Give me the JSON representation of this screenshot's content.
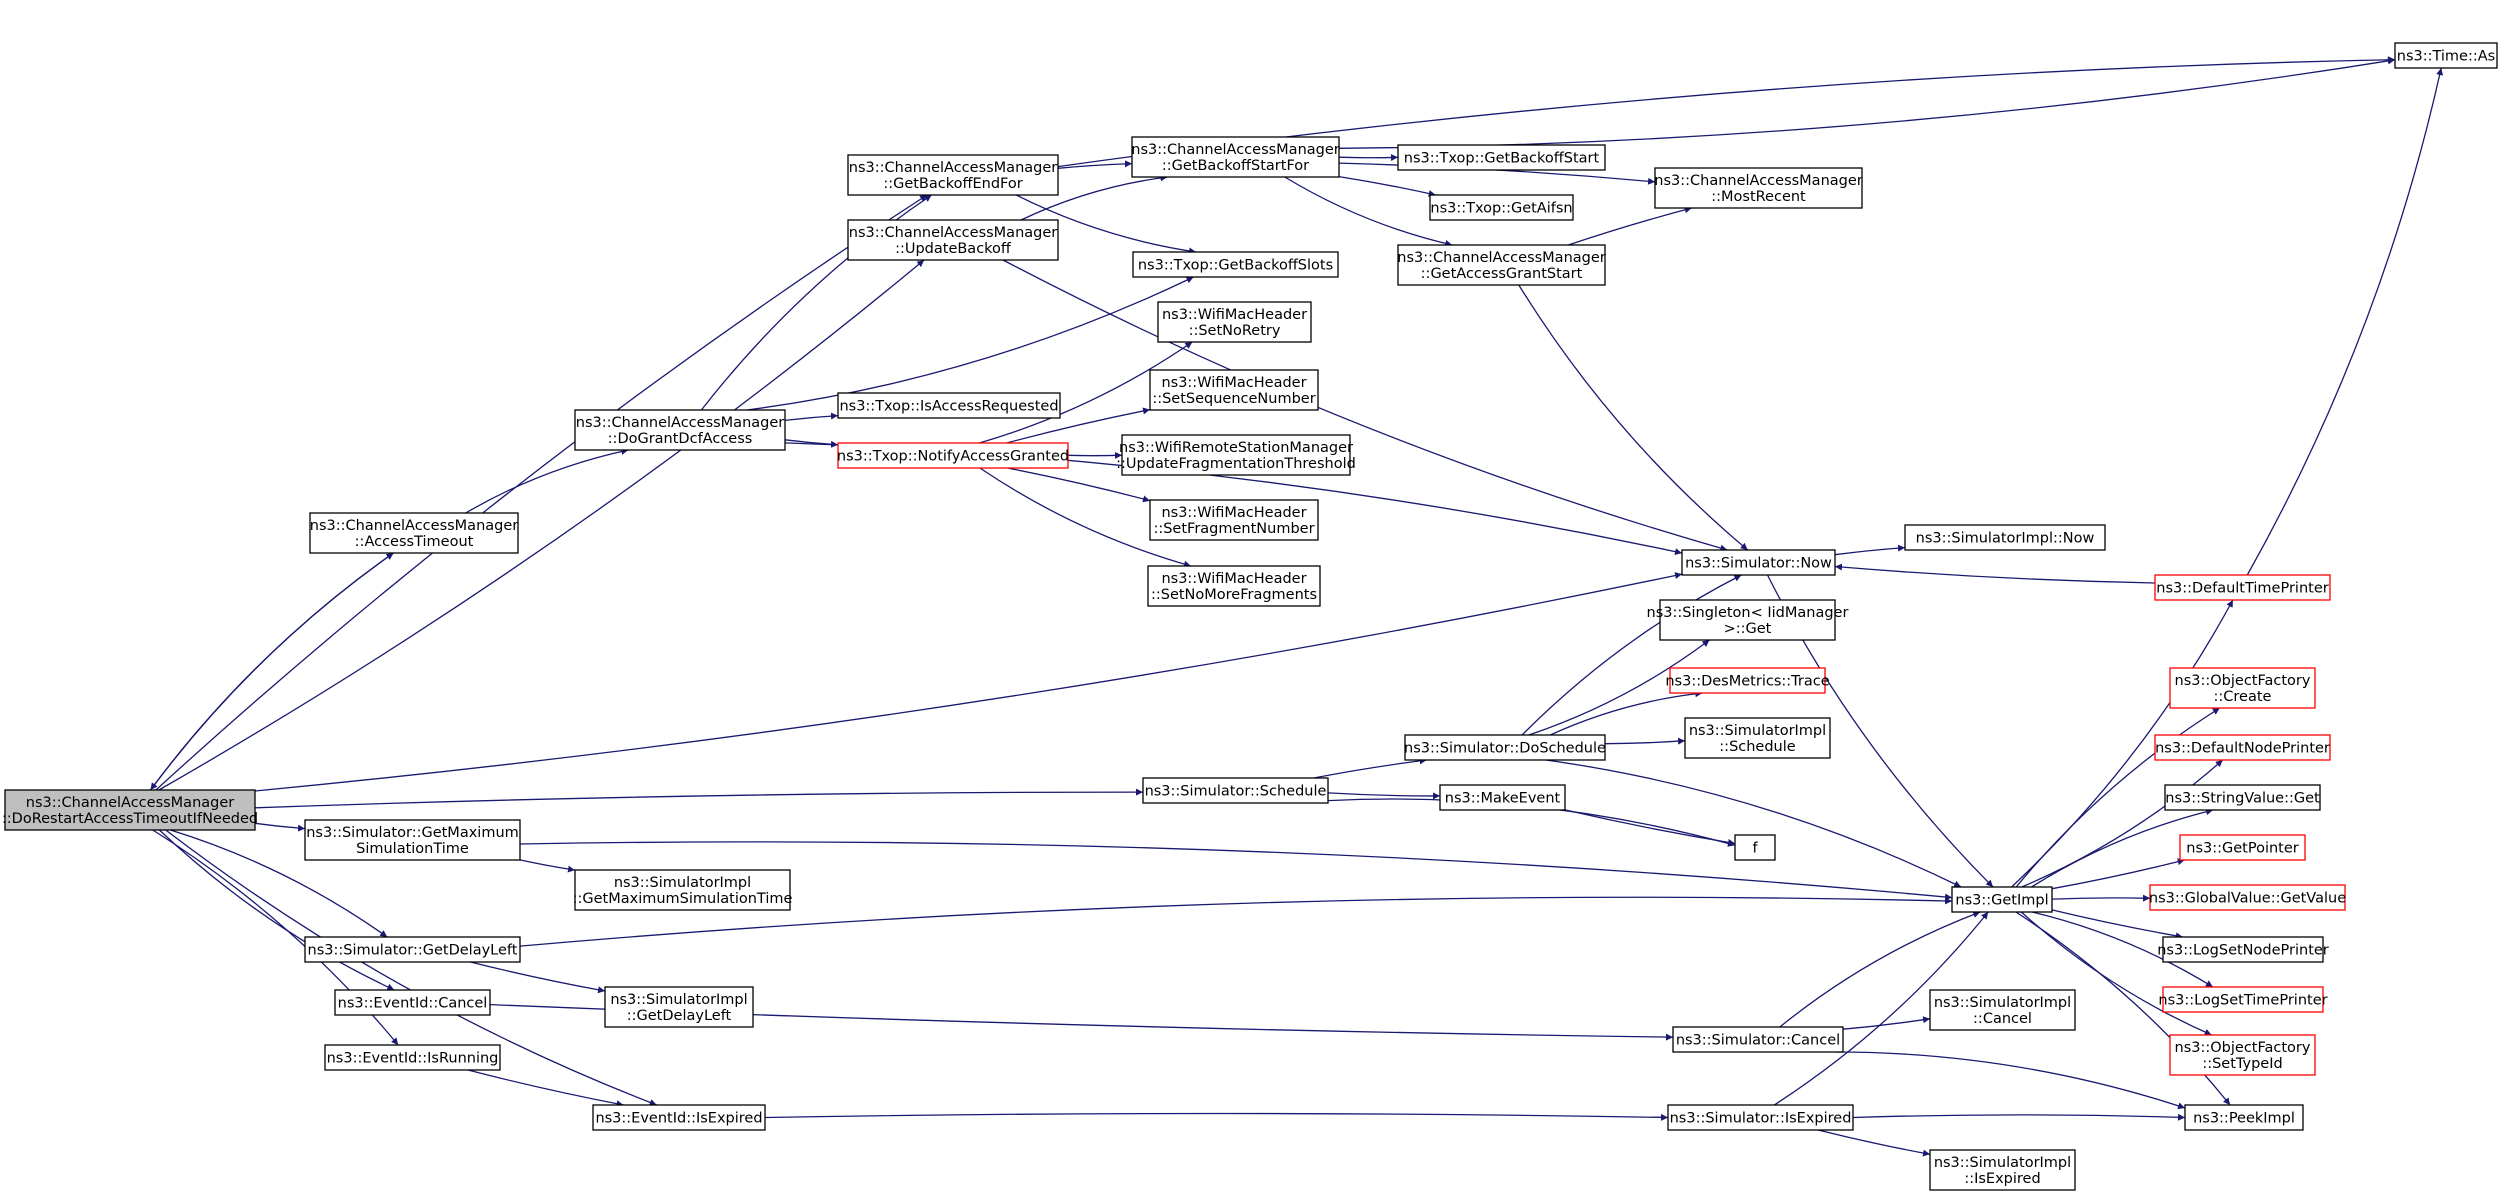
{
  "colors": {
    "edge": "#191970",
    "node_border": "#000000",
    "node_border_truncated": "#ff0000",
    "root_fill": "#bfbfbf",
    "node_fill": "#ffffff"
  },
  "nodes": [
    {
      "id": "root",
      "lines": [
        "ns3::ChannelAccessManager",
        "::DoRestartAccessTimeoutIfNeeded"
      ],
      "root": true
    },
    {
      "id": "getBackoffEndFor",
      "lines": [
        "ns3::ChannelAccessManager",
        "::GetBackoffEndFor"
      ]
    },
    {
      "id": "updateBackoff",
      "lines": [
        "ns3::ChannelAccessManager",
        "::UpdateBackoff"
      ]
    },
    {
      "id": "doGrantDcfAccess",
      "lines": [
        "ns3::ChannelAccessManager",
        "::DoGrantDcfAccess"
      ]
    },
    {
      "id": "accessTimeout",
      "lines": [
        "ns3::ChannelAccessManager",
        "::AccessTimeout"
      ]
    },
    {
      "id": "getBackoffStartFor",
      "lines": [
        "ns3::ChannelAccessManager",
        "::GetBackoffStartFor"
      ]
    },
    {
      "id": "getBackoffSlots",
      "lines": [
        "ns3::Txop::GetBackoffSlots"
      ]
    },
    {
      "id": "getBackoffStart",
      "lines": [
        "ns3::Txop::GetBackoffStart"
      ]
    },
    {
      "id": "getAifsn",
      "lines": [
        "ns3::Txop::GetAifsn"
      ]
    },
    {
      "id": "getAccessGrantStart",
      "lines": [
        "ns3::ChannelAccessManager",
        "::GetAccessGrantStart"
      ]
    },
    {
      "id": "mostRecent",
      "lines": [
        "ns3::ChannelAccessManager",
        "::MostRecent"
      ]
    },
    {
      "id": "timeAs",
      "lines": [
        "ns3::Time::As"
      ]
    },
    {
      "id": "isAccessRequested",
      "lines": [
        "ns3::Txop::IsAccessRequested"
      ]
    },
    {
      "id": "notifyAccessGranted",
      "lines": [
        "ns3::Txop::NotifyAccessGranted"
      ],
      "truncated": true
    },
    {
      "id": "setNoRetry",
      "lines": [
        "ns3::WifiMacHeader",
        "::SetNoRetry"
      ]
    },
    {
      "id": "setSequenceNumber",
      "lines": [
        "ns3::WifiMacHeader",
        "::SetSequenceNumber"
      ]
    },
    {
      "id": "updateFragThreshold",
      "lines": [
        "ns3::WifiRemoteStationManager",
        "::UpdateFragmentationThreshold"
      ]
    },
    {
      "id": "setFragmentNumber",
      "lines": [
        "ns3::WifiMacHeader",
        "::SetFragmentNumber"
      ]
    },
    {
      "id": "setNoMoreFragments",
      "lines": [
        "ns3::WifiMacHeader",
        "::SetNoMoreFragments"
      ]
    },
    {
      "id": "simNow",
      "lines": [
        "ns3::Simulator::Now"
      ]
    },
    {
      "id": "simImplNow",
      "lines": [
        "ns3::SimulatorImpl::Now"
      ]
    },
    {
      "id": "defaultTimePrinter",
      "lines": [
        "ns3::DefaultTimePrinter"
      ],
      "truncated": true
    },
    {
      "id": "singletonGet",
      "lines": [
        "ns3::Singleton< IidManager",
        " >::Get"
      ]
    },
    {
      "id": "desMetricsTrace",
      "lines": [
        "ns3::DesMetrics::Trace"
      ],
      "truncated": true
    },
    {
      "id": "doSchedule",
      "lines": [
        "ns3::Simulator::DoSchedule"
      ]
    },
    {
      "id": "simImplSchedule",
      "lines": [
        "ns3::SimulatorImpl",
        "::Schedule"
      ]
    },
    {
      "id": "simSchedule",
      "lines": [
        "ns3::Simulator::Schedule"
      ]
    },
    {
      "id": "makeEvent",
      "lines": [
        "ns3::MakeEvent"
      ]
    },
    {
      "id": "f",
      "lines": [
        "f"
      ]
    },
    {
      "id": "getMaxSimTime",
      "lines": [
        "ns3::Simulator::GetMaximum",
        "SimulationTime"
      ]
    },
    {
      "id": "implGetMaxSimTime",
      "lines": [
        "ns3::SimulatorImpl",
        "::GetMaximumSimulationTime"
      ]
    },
    {
      "id": "getImpl",
      "lines": [
        "ns3::GetImpl"
      ]
    },
    {
      "id": "objectFactoryCreate",
      "lines": [
        "ns3::ObjectFactory",
        "::Create"
      ],
      "truncated": true
    },
    {
      "id": "defaultNodePrinter",
      "lines": [
        "ns3::DefaultNodePrinter"
      ],
      "truncated": true
    },
    {
      "id": "stringValueGet",
      "lines": [
        "ns3::StringValue::Get"
      ]
    },
    {
      "id": "getPointer",
      "lines": [
        "ns3::GetPointer"
      ],
      "truncated": true
    },
    {
      "id": "globalValueGetValue",
      "lines": [
        "ns3::GlobalValue::GetValue"
      ],
      "truncated": true
    },
    {
      "id": "logSetNodePrinter",
      "lines": [
        "ns3::LogSetNodePrinter"
      ]
    },
    {
      "id": "logSetTimePrinter",
      "lines": [
        "ns3::LogSetTimePrinter"
      ],
      "truncated": true
    },
    {
      "id": "objectFactorySetTypeId",
      "lines": [
        "ns3::ObjectFactory",
        "::SetTypeId"
      ],
      "truncated": true
    },
    {
      "id": "getDelayLeft",
      "lines": [
        "ns3::Simulator::GetDelayLeft"
      ]
    },
    {
      "id": "implGetDelayLeft",
      "lines": [
        "ns3::SimulatorImpl",
        "::GetDelayLeft"
      ]
    },
    {
      "id": "eventIdCancel",
      "lines": [
        "ns3::EventId::Cancel"
      ]
    },
    {
      "id": "simCancel",
      "lines": [
        "ns3::Simulator::Cancel"
      ]
    },
    {
      "id": "implCancel",
      "lines": [
        "ns3::SimulatorImpl",
        "::Cancel"
      ]
    },
    {
      "id": "eventIdIsRunning",
      "lines": [
        "ns3::EventId::IsRunning"
      ]
    },
    {
      "id": "eventIdIsExpired",
      "lines": [
        "ns3::EventId::IsExpired"
      ]
    },
    {
      "id": "simIsExpired",
      "lines": [
        "ns3::Simulator::IsExpired"
      ]
    },
    {
      "id": "implIsExpired",
      "lines": [
        "ns3::SimulatorImpl",
        "::IsExpired"
      ]
    },
    {
      "id": "peekImpl",
      "lines": [
        "ns3::PeekImpl"
      ]
    }
  ],
  "edges": [
    [
      "root",
      "getBackoffEndFor"
    ],
    [
      "root",
      "updateBackoff"
    ],
    [
      "root",
      "accessTimeout"
    ],
    [
      "root",
      "simNow"
    ],
    [
      "root",
      "simSchedule"
    ],
    [
      "root",
      "getMaxSimTime"
    ],
    [
      "root",
      "getDelayLeft"
    ],
    [
      "root",
      "eventIdCancel"
    ],
    [
      "root",
      "eventIdIsRunning"
    ],
    [
      "root",
      "eventIdIsExpired"
    ],
    [
      "getBackoffEndFor",
      "getBackoffStartFor"
    ],
    [
      "getBackoffEndFor",
      "getBackoffSlots"
    ],
    [
      "getBackoffEndFor",
      "timeAs"
    ],
    [
      "getBackoffStartFor",
      "getBackoffStart"
    ],
    [
      "getBackoffStartFor",
      "getAifsn"
    ],
    [
      "getBackoffStartFor",
      "getAccessGrantStart"
    ],
    [
      "getBackoffStartFor",
      "mostRecent"
    ],
    [
      "getBackoffStartFor",
      "timeAs"
    ],
    [
      "getAccessGrantStart",
      "mostRecent"
    ],
    [
      "getAccessGrantStart",
      "simNow"
    ],
    [
      "updateBackoff",
      "getBackoffStartFor"
    ],
    [
      "updateBackoff",
      "simNow"
    ],
    [
      "accessTimeout",
      "doGrantDcfAccess"
    ],
    [
      "accessTimeout",
      "root"
    ],
    [
      "doGrantDcfAccess",
      "getBackoffEndFor"
    ],
    [
      "doGrantDcfAccess",
      "getBackoffSlots"
    ],
    [
      "doGrantDcfAccess",
      "isAccessRequested"
    ],
    [
      "doGrantDcfAccess",
      "notifyAccessGranted"
    ],
    [
      "doGrantDcfAccess",
      "simNow"
    ],
    [
      "notifyAccessGranted",
      "setNoRetry"
    ],
    [
      "notifyAccessGranted",
      "setSequenceNumber"
    ],
    [
      "notifyAccessGranted",
      "updateFragThreshold"
    ],
    [
      "notifyAccessGranted",
      "setFragmentNumber"
    ],
    [
      "notifyAccessGranted",
      "setNoMoreFragments"
    ],
    [
      "simNow",
      "simImplNow"
    ],
    [
      "simNow",
      "getImpl"
    ],
    [
      "defaultTimePrinter",
      "simNow"
    ],
    [
      "defaultTimePrinter",
      "timeAs"
    ],
    [
      "simSchedule",
      "doSchedule"
    ],
    [
      "simSchedule",
      "makeEvent"
    ],
    [
      "simSchedule",
      "f"
    ],
    [
      "makeEvent",
      "f"
    ],
    [
      "doSchedule",
      "simNow"
    ],
    [
      "doSchedule",
      "singletonGet"
    ],
    [
      "doSchedule",
      "desMetricsTrace"
    ],
    [
      "doSchedule",
      "simImplSchedule"
    ],
    [
      "doSchedule",
      "getImpl"
    ],
    [
      "getMaxSimTime",
      "implGetMaxSimTime"
    ],
    [
      "getMaxSimTime",
      "getImpl"
    ],
    [
      "getImpl",
      "defaultTimePrinter"
    ],
    [
      "getImpl",
      "objectFactoryCreate"
    ],
    [
      "getImpl",
      "defaultNodePrinter"
    ],
    [
      "getImpl",
      "stringValueGet"
    ],
    [
      "getImpl",
      "getPointer"
    ],
    [
      "getImpl",
      "globalValueGetValue"
    ],
    [
      "getImpl",
      "logSetNodePrinter"
    ],
    [
      "getImpl",
      "logSetTimePrinter"
    ],
    [
      "getImpl",
      "objectFactorySetTypeId"
    ],
    [
      "getImpl",
      "peekImpl"
    ],
    [
      "getDelayLeft",
      "implGetDelayLeft"
    ],
    [
      "getDelayLeft",
      "getImpl"
    ],
    [
      "eventIdCancel",
      "simCancel"
    ],
    [
      "simCancel",
      "getImpl"
    ],
    [
      "simCancel",
      "implCancel"
    ],
    [
      "simCancel",
      "peekImpl"
    ],
    [
      "eventIdIsRunning",
      "eventIdIsExpired"
    ],
    [
      "eventIdIsExpired",
      "simIsExpired"
    ],
    [
      "simIsExpired",
      "getImpl"
    ],
    [
      "simIsExpired",
      "peekImpl"
    ],
    [
      "simIsExpired",
      "implIsExpired"
    ]
  ]
}
